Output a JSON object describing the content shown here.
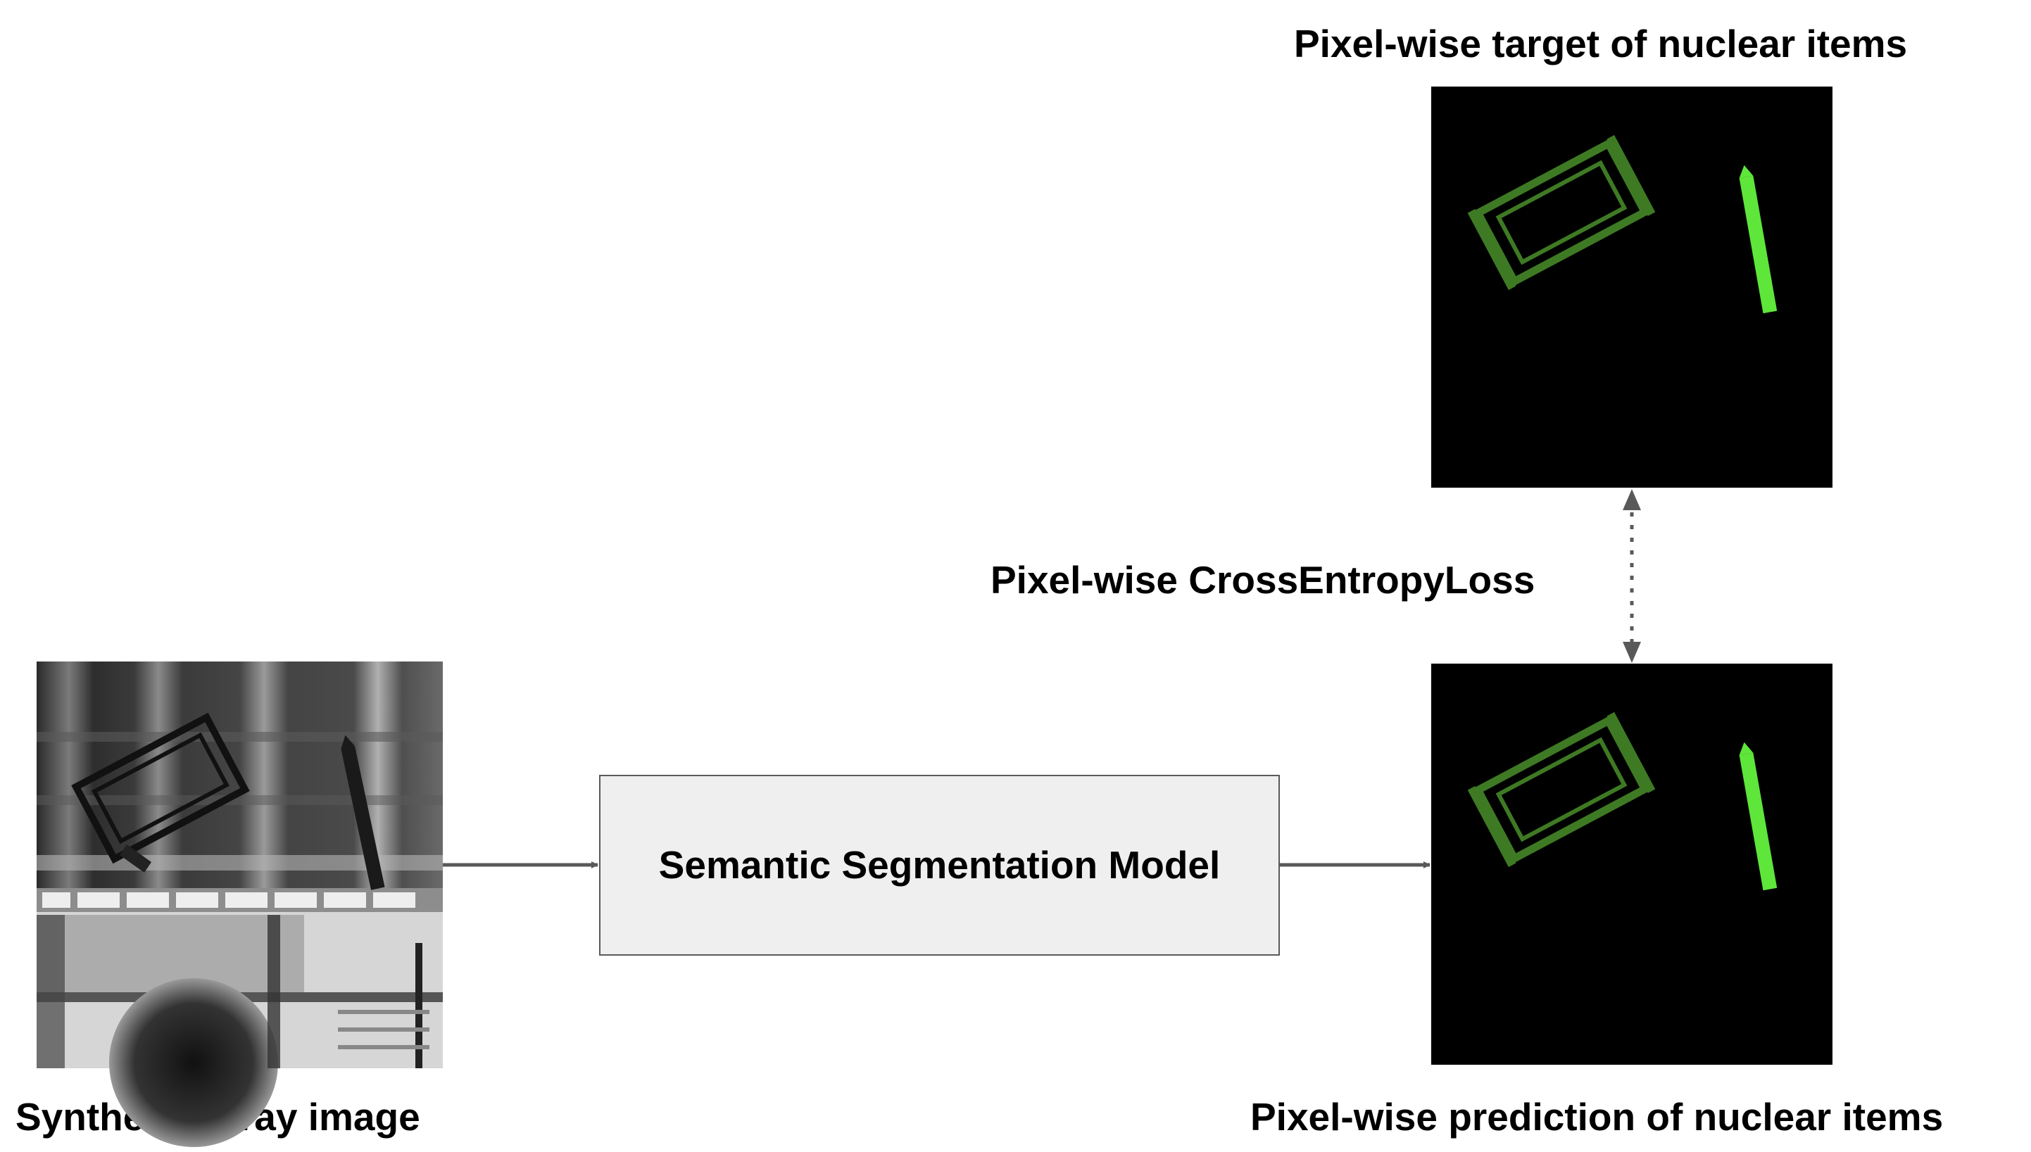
{
  "labels": {
    "target_title": "Pixel-wise target of nuclear items",
    "loss_label": "Pixel-wise CrossEntropyLoss",
    "model_label": "Semantic Segmentation Model",
    "input_caption": "Synthetic X-ray image",
    "prediction_caption": "Pixel-wise prediction of nuclear items"
  },
  "colors": {
    "arrow": "#595959",
    "model_box_fill": "#efefef",
    "model_box_stroke": "#595959",
    "mask_background": "#000000",
    "class_frame": "#3e7a23",
    "class_rod": "#5ee63a"
  },
  "icons": {
    "input_panel": "xray-image",
    "target_panel": "segmentation-mask",
    "prediction_panel": "segmentation-mask"
  }
}
